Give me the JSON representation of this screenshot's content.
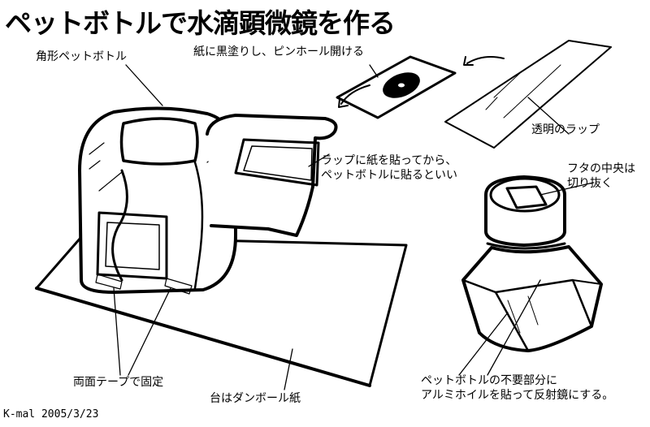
{
  "title": "ペットボトルで水滴顕微鏡を作る",
  "labels": {
    "bottle": "角形ペットボトル",
    "paper": "紙に黒塗りし、ピンホール開ける",
    "wrap": "透明のラップ",
    "attach_line1": "ラップに紙を貼ってから、",
    "attach_line2": "ペットボトルに貼るといい",
    "cap_line1": "フタの中央は",
    "cap_line2": "切り抜く",
    "tape": "両面テープで固定",
    "base": "台はダンボール紙",
    "mirror_line1": "ペットボトルの不要部分に",
    "mirror_line2": "アルミホイルを貼って反射鏡にする。"
  },
  "signature": {
    "author": "K-mal",
    "date": "2005/3/23"
  }
}
